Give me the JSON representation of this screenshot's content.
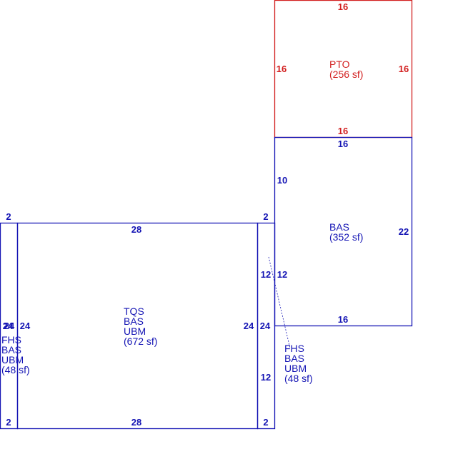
{
  "colors": {
    "blue": "#1414b4",
    "red": "#d21e1e",
    "leader": "#1414b4",
    "background": "#ffffff"
  },
  "areas": {
    "pto": {
      "lines": [
        "PTO",
        "(256 sf)"
      ],
      "color": "red"
    },
    "bas_upper": {
      "lines": [
        "BAS",
        "(352 sf)"
      ],
      "color": "blue"
    },
    "tqs": {
      "lines": [
        "TQS",
        "BAS",
        "UBM",
        "(672 sf)"
      ],
      "color": "blue"
    },
    "fhs_left": {
      "lines": [
        "FHS",
        "BAS",
        "UBM",
        "(48 sf)"
      ],
      "color": "blue"
    },
    "fhs_right": {
      "lines": [
        "FHS",
        "BAS",
        "UBM",
        "(48 sf)"
      ],
      "color": "blue"
    }
  },
  "dimensions": {
    "pto_top": "16",
    "pto_left": "16",
    "pto_right": "16",
    "pto_bottom": "16",
    "bas_top": "16",
    "bas_left": "10",
    "bas_right": "22",
    "bas_bottom": "16",
    "bas_mid_left_a": "12",
    "bas_mid_left_b": "12",
    "strip_left_top": "2",
    "strip_right_top": "2",
    "tqs_top": "28",
    "tqs_bottom": "28",
    "strip_left_bottom": "2",
    "strip_right_bottom": "2",
    "strip_left_side_a": "24",
    "strip_left_side_b": "24",
    "tqs_left": "24",
    "tqs_right": "24",
    "strip_right_side": "24",
    "strip_right_lower": "12"
  }
}
